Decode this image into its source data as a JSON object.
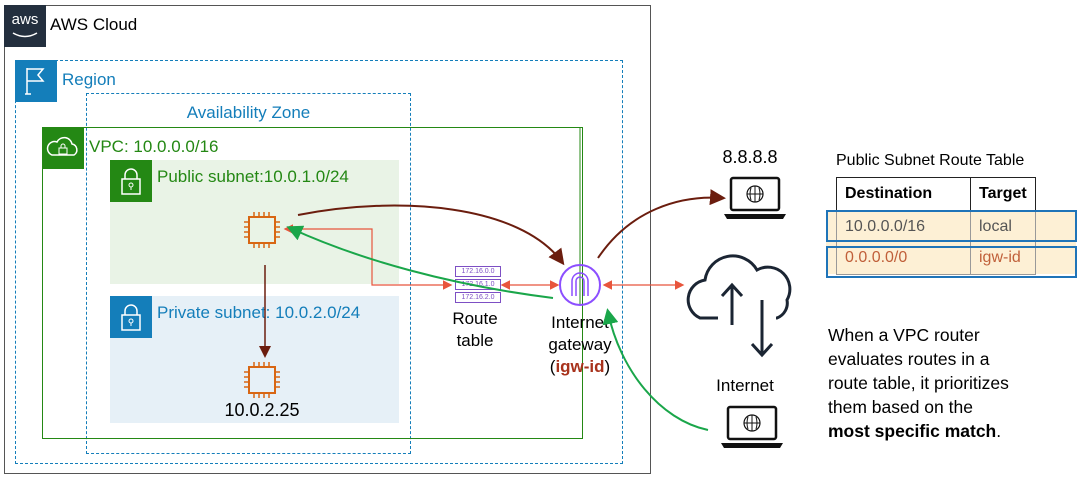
{
  "aws_cloud": {
    "label": "AWS Cloud",
    "logo_text": "aws"
  },
  "region": {
    "label": "Region"
  },
  "availability_zone": {
    "label": "Availability Zone"
  },
  "vpc": {
    "label": "VPC: 10.0.0.0/16"
  },
  "public_subnet": {
    "label": "Public subnet:10.0.1.0/24"
  },
  "private_subnet": {
    "label": "Private subnet: 10.0.2.0/24",
    "instance_ip": "10.0.2.25"
  },
  "route_table": {
    "entries": [
      "172.16.0.0",
      "172.16.1.0",
      "172.16.2.0"
    ],
    "label_line1": "Route",
    "label_line2": "table"
  },
  "internet_gateway": {
    "line1": "Internet",
    "line2": "gateway",
    "id_open": "(",
    "id": "igw-id",
    "id_close": ")"
  },
  "external_host": {
    "label": "8.8.8.8"
  },
  "internet": {
    "label": "Internet"
  },
  "route_table_card": {
    "title": "Public Subnet Route Table",
    "headers": [
      "Destination",
      "Target"
    ],
    "rows": [
      [
        "10.0.0.0/16",
        "local"
      ],
      [
        "0.0.0.0/0",
        "igw-id"
      ]
    ]
  },
  "note": {
    "line1": "When a VPC router",
    "line2": "evaluates routes in a",
    "line3": "route table, it prioritizes",
    "line4": "them based on the",
    "bold": "most specific match",
    "end": "."
  },
  "colors": {
    "aws_dark": "#232f3e",
    "region_blue": "#147eba",
    "vpc_green": "#248814",
    "public_fill": "#e9f3e6",
    "private_fill": "#e6f0f7",
    "ec2_orange": "#d86613",
    "igw_purple": "#8c4fff",
    "arrow_brown": "#6b1d0e",
    "arrow_green": "#1aa64a",
    "arrow_red": "#e8553c",
    "igw_id_red": "#a8321c",
    "table_row_fill": "#fdf0d5",
    "table_outline": "#1f74b8"
  }
}
